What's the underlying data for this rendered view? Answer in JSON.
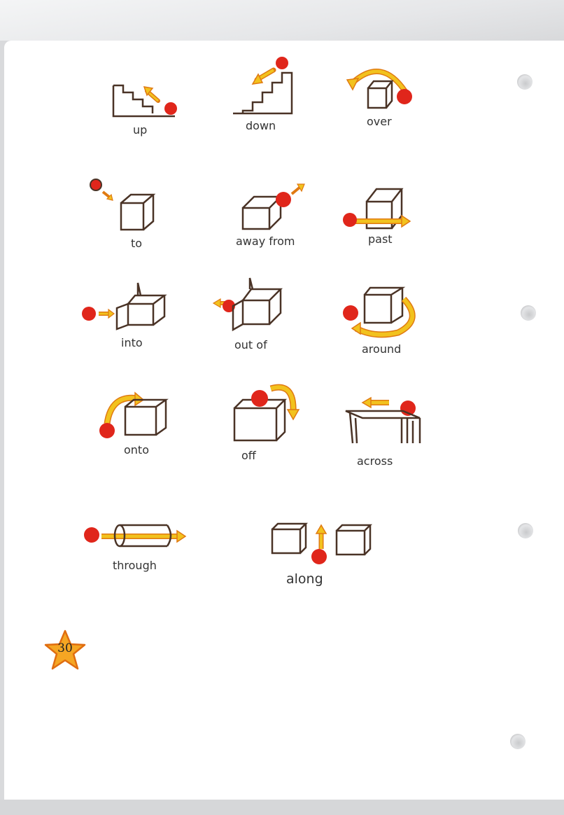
{
  "page_number": "30",
  "labels": {
    "up": "up",
    "down": "down",
    "over": "over",
    "to": "to",
    "away_from": "away  from",
    "past": "past",
    "into": "into",
    "out_of": "out  of",
    "around": "around",
    "onto": "onto",
    "off": "off",
    "across": "across",
    "through": "through",
    "along": "along"
  },
  "colors": {
    "ink": "#4a3326",
    "ball": "#e0261b",
    "arrow": "#f2c21e",
    "arrow_outline": "#e07a12",
    "star": "#f5a623"
  }
}
